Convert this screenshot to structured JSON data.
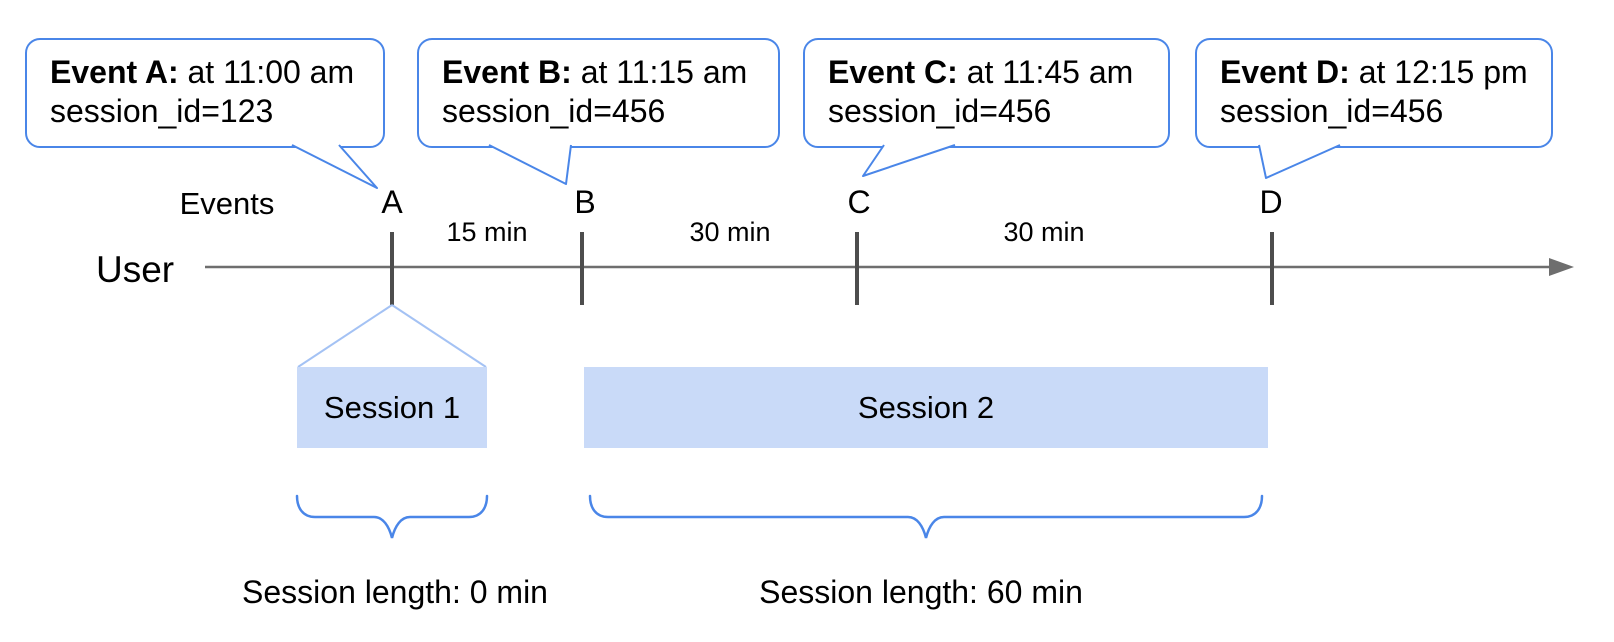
{
  "diagram": {
    "labels": {
      "events_row": "Events",
      "user": "User"
    },
    "events": [
      {
        "letter": "A",
        "callout_title": "Event A:",
        "callout_time": "at 11:00 am",
        "callout_session": "session_id=123"
      },
      {
        "letter": "B",
        "callout_title": "Event B:",
        "callout_time": "at 11:15 am",
        "callout_session": "session_id=456"
      },
      {
        "letter": "C",
        "callout_title": "Event C:",
        "callout_time": "at 11:45 am",
        "callout_session": "session_id=456"
      },
      {
        "letter": "D",
        "callout_title": "Event D:",
        "callout_time": "at 12:15 pm",
        "callout_session": "session_id=456"
      }
    ],
    "intervals": [
      {
        "label": "15 min"
      },
      {
        "label": "30 min"
      },
      {
        "label": "30 min"
      }
    ],
    "sessions": [
      {
        "label": "Session 1",
        "length_label": "Session length: 0 min"
      },
      {
        "label": "Session 2",
        "length_label": "Session length: 60 min"
      }
    ],
    "colors": {
      "callout_border": "#4a86e8",
      "session_fill": "#c9daf8",
      "fan_line": "#a4c2f4",
      "brace": "#4a86e8",
      "timeline": "#6e6e6e",
      "tick": "#4d4d4d",
      "text": "#000000"
    }
  }
}
